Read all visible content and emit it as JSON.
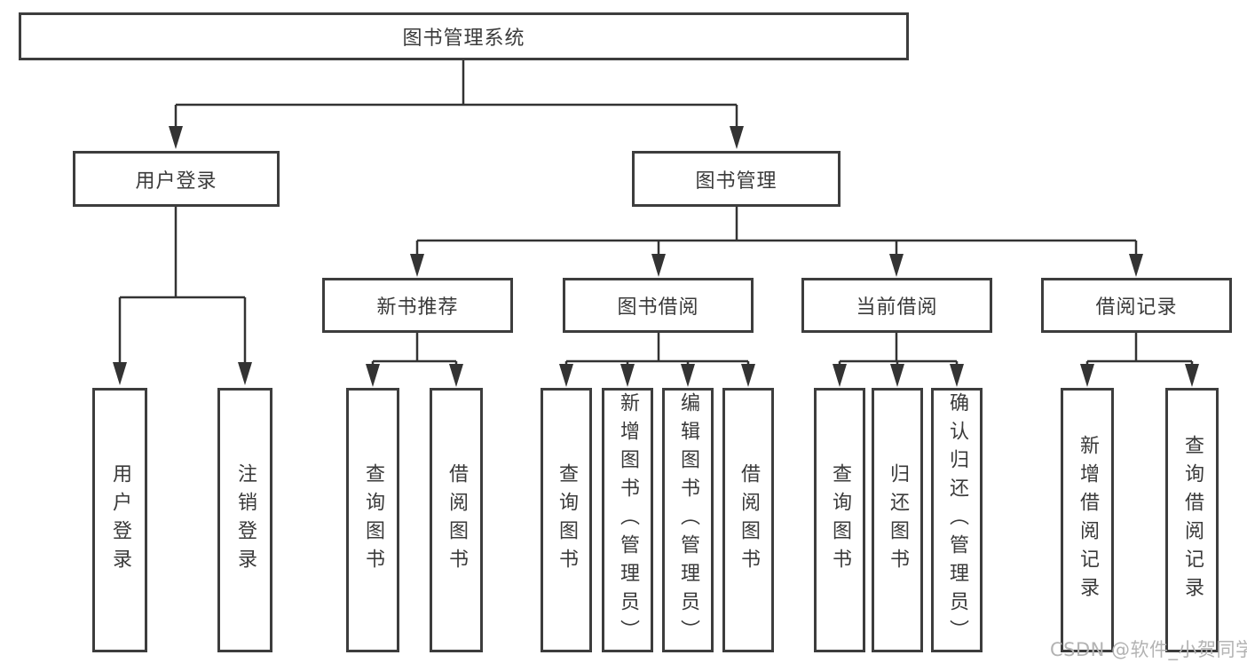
{
  "diagram": {
    "root": {
      "label": "图书管理系统"
    },
    "branches": {
      "user_login": {
        "label": "用户登录"
      },
      "book_mgmt": {
        "label": "图书管理"
      }
    },
    "modules": {
      "new_books": {
        "label": "新书推荐"
      },
      "book_borrow": {
        "label": "图书借阅"
      },
      "current_borrow": {
        "label": "当前借阅"
      },
      "borrow_records": {
        "label": "借阅记录"
      }
    },
    "leaves": {
      "user_login": [
        "用户登录",
        "注销登录"
      ],
      "new_books": [
        "查询图书",
        "借阅图书"
      ],
      "book_borrow": [
        "查询图书",
        "新增图书（管理员）",
        "编辑图书（管理员）",
        "借阅图书"
      ],
      "current_borrow": [
        "查询图书",
        "归还图书",
        "确认归还（管理员）"
      ],
      "borrow_records": [
        "新增借阅记录",
        "查询借阅记录"
      ]
    }
  },
  "watermark": {
    "text": "CSDN @软件_小贺同学"
  },
  "colors": {
    "line": "#333333",
    "border": "#3d3d3d",
    "text": "#3a3a3a",
    "watermark": "#b3b3b3",
    "background": "#ffffff"
  }
}
